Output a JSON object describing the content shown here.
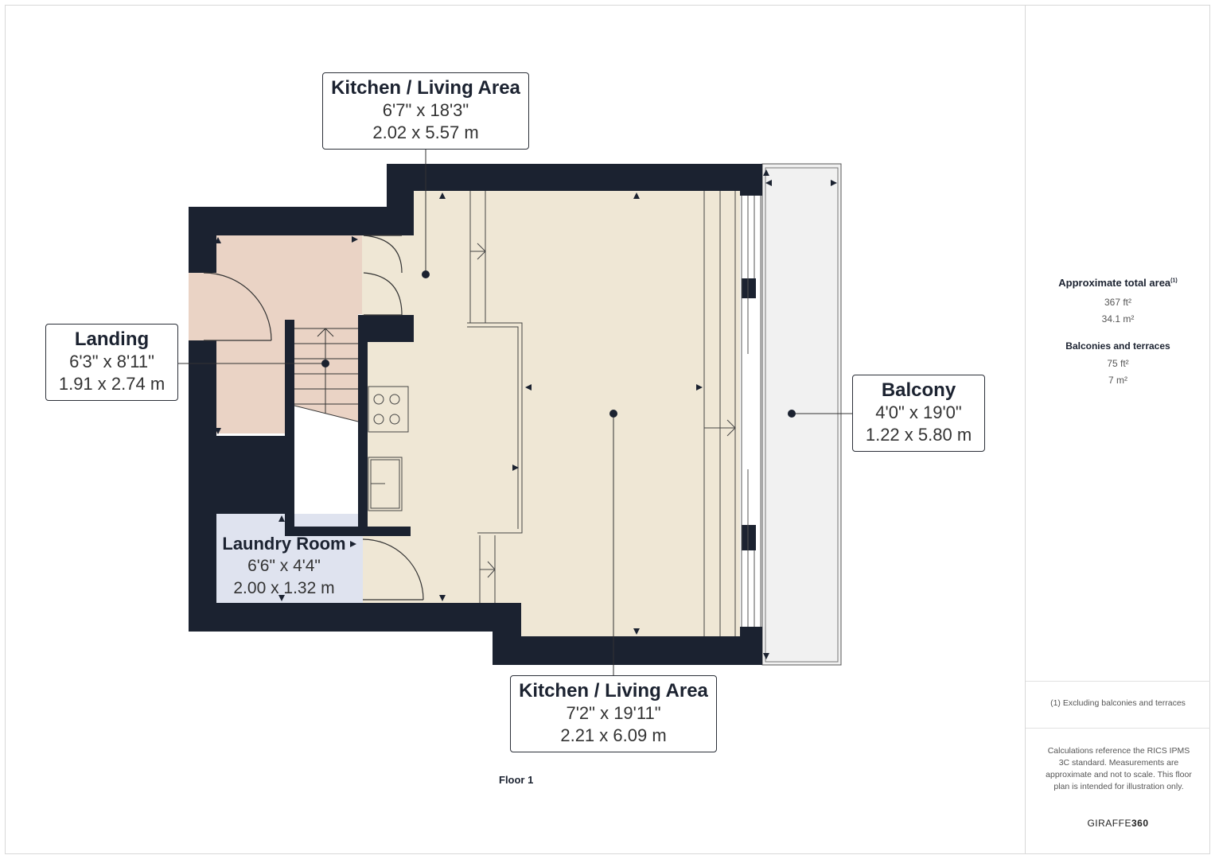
{
  "plan": {
    "floor_label": "Floor 1",
    "colors": {
      "wall": "#1b2230",
      "landing_fill": "#ead3c5",
      "kitchen_fill": "#efe7d5",
      "laundry_fill": "#dfe3ef",
      "balcony_fill": "#f1f1f1"
    },
    "rooms": [
      {
        "name": "Kitchen / Living Area",
        "imperial": "6'7\" x 18'3\"",
        "metric": "2.02 x 5.57 m"
      },
      {
        "name": "Landing",
        "imperial": "6'3\" x 8'11\"",
        "metric": "1.91 x 2.74 m"
      },
      {
        "name": "Balcony",
        "imperial": "4'0\" x 19'0\"",
        "metric": "1.22 x 5.80 m"
      },
      {
        "name": "Laundry Room",
        "imperial": "6'6\" x 4'4\"",
        "metric": "2.00 x 1.32 m"
      },
      {
        "name": "Kitchen / Living Area",
        "imperial": "7'2\" x 19'11\"",
        "metric": "2.21 x 6.09 m"
      }
    ]
  },
  "sidebar": {
    "total_area_title": "Approximate total area",
    "total_area_footnote": "(1)",
    "total_area_ft": "367 ft²",
    "total_area_m": "34.1 m²",
    "balconies_title": "Balconies and terraces",
    "balconies_ft": "75 ft²",
    "balconies_m": "7 m²",
    "footnote": "(1) Excluding balconies and terraces",
    "disclaimer": "Calculations reference the RICS IPMS 3C standard. Measurements are approximate and not to scale. This floor plan is intended for illustration only.",
    "brand_light": "GIRAFFE",
    "brand_bold": "360"
  }
}
